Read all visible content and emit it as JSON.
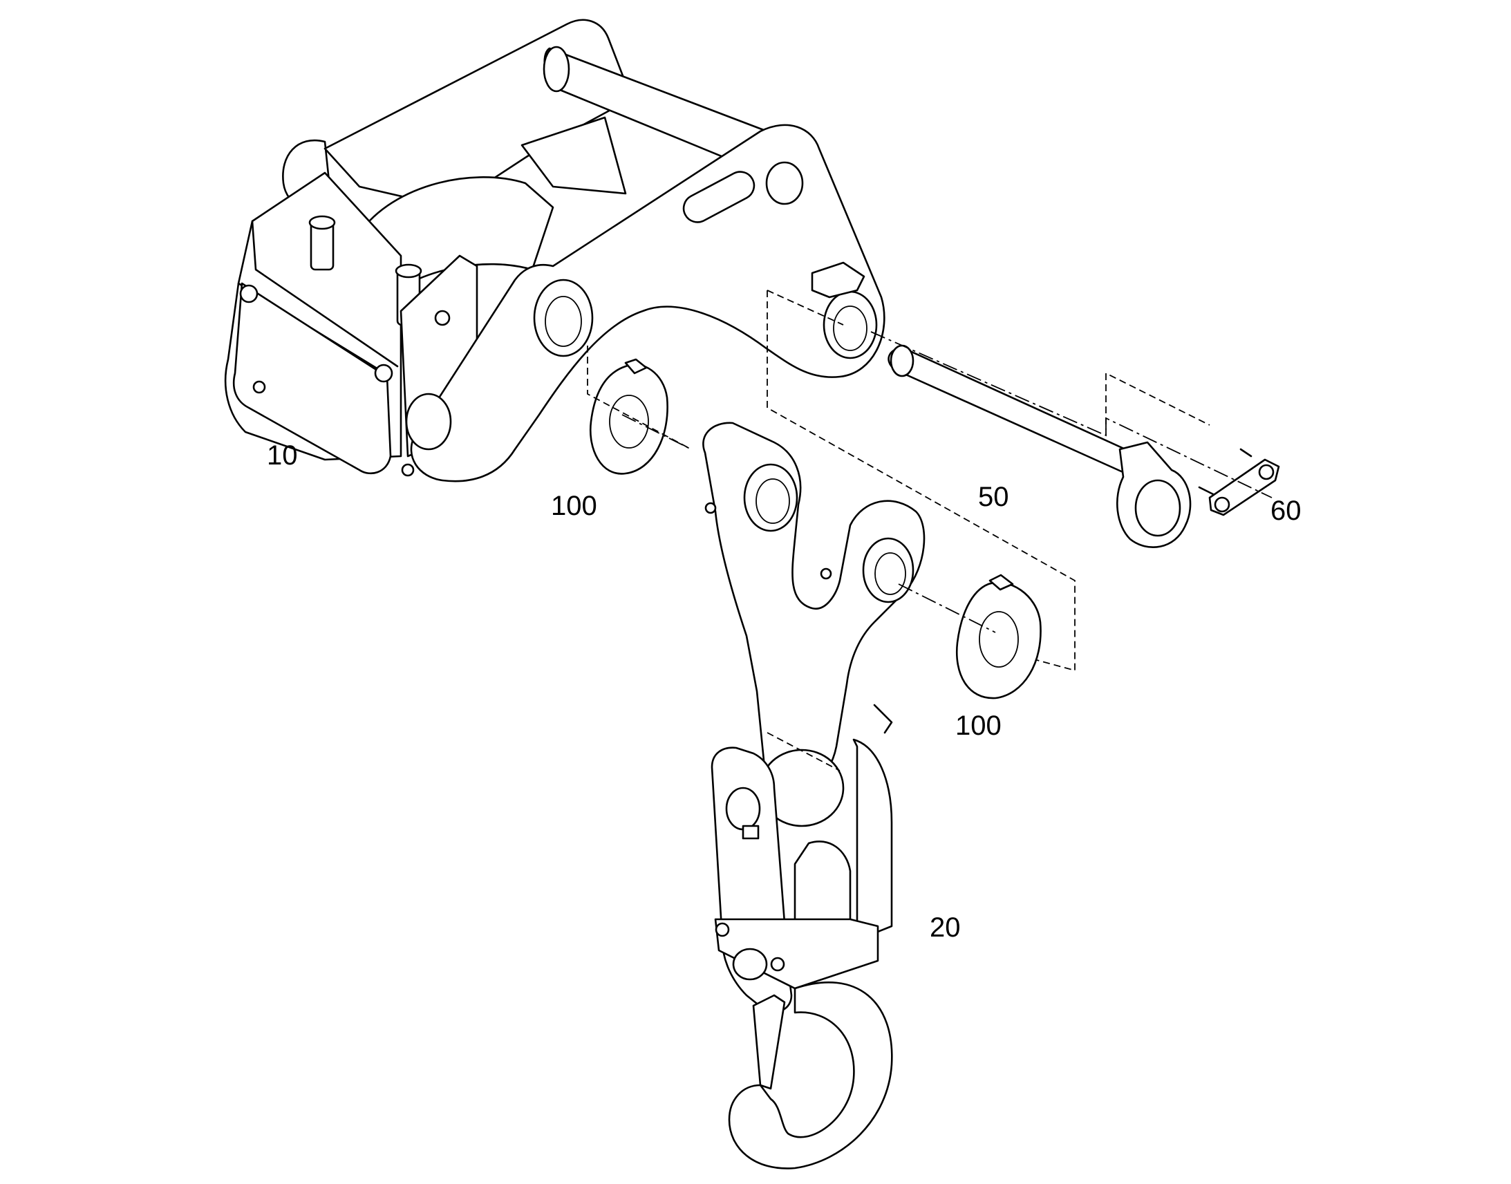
{
  "callouts": [
    {
      "id": "c10",
      "text": "10"
    },
    {
      "id": "c20",
      "text": "20"
    },
    {
      "id": "c50",
      "text": "50"
    },
    {
      "id": "c60",
      "text": "60"
    },
    {
      "id": "c100a",
      "text": "100"
    },
    {
      "id": "c100b",
      "text": "100"
    }
  ]
}
